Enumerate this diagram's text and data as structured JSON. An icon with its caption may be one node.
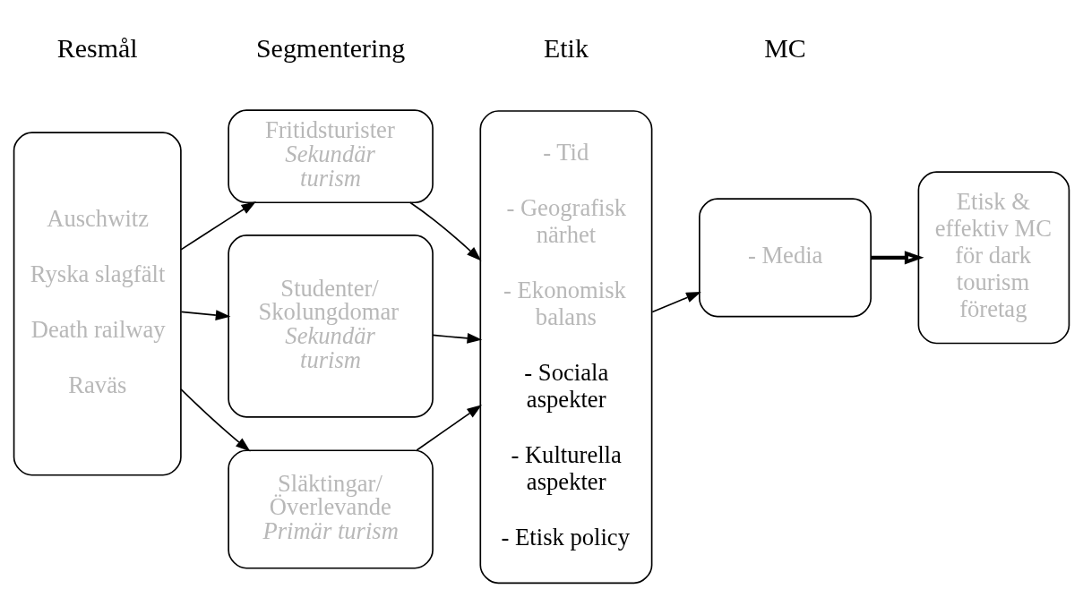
{
  "diagram": {
    "nodes": [
      {
        "text": [
          "Auschwitz",
          "Ryska slagfält",
          "Death railway",
          "Raväs"
        ]
      },
      {
        "text": [
          "Fritidsturister",
          "Sekundär turism"
        ]
      },
      {
        "text": [
          "Studenter/ Skolungdomar",
          "Sekundär turism"
        ]
      },
      {
        "text": [
          "Släktingar/ Överlevande",
          "Primär turism"
        ]
      },
      {
        "text": [
          "- Tid",
          "- Geografisk närhet",
          "- Ekonomisk balans",
          "- Sociala aspekter",
          "- Kulturella aspekter",
          "- Etisk policy"
        ]
      },
      {
        "text": [
          "- Media"
        ]
      },
      {
        "text": [
          "Etisk & effektiv MC för dark tourism företag"
        ]
      }
    ],
    "edges": [
      {
        "from": 0,
        "to": 1,
        "arrow": "to"
      },
      {
        "from": 0,
        "to": 2,
        "arrow": "to"
      },
      {
        "from": 0,
        "to": 3,
        "arrow": "to"
      },
      {
        "from": 1,
        "to": 4,
        "arrow": "to"
      },
      {
        "from": 2,
        "to": 4,
        "arrow": "to"
      },
      {
        "from": 3,
        "to": 4,
        "arrow": "to"
      },
      {
        "from": 4,
        "to": 5,
        "arrow": "to"
      },
      {
        "from": 5,
        "to": 6,
        "arrow": "to",
        "style": "thick"
      }
    ],
    "labels": [
      "Resmål",
      "Segmentering",
      "Etik",
      "MC"
    ]
  }
}
